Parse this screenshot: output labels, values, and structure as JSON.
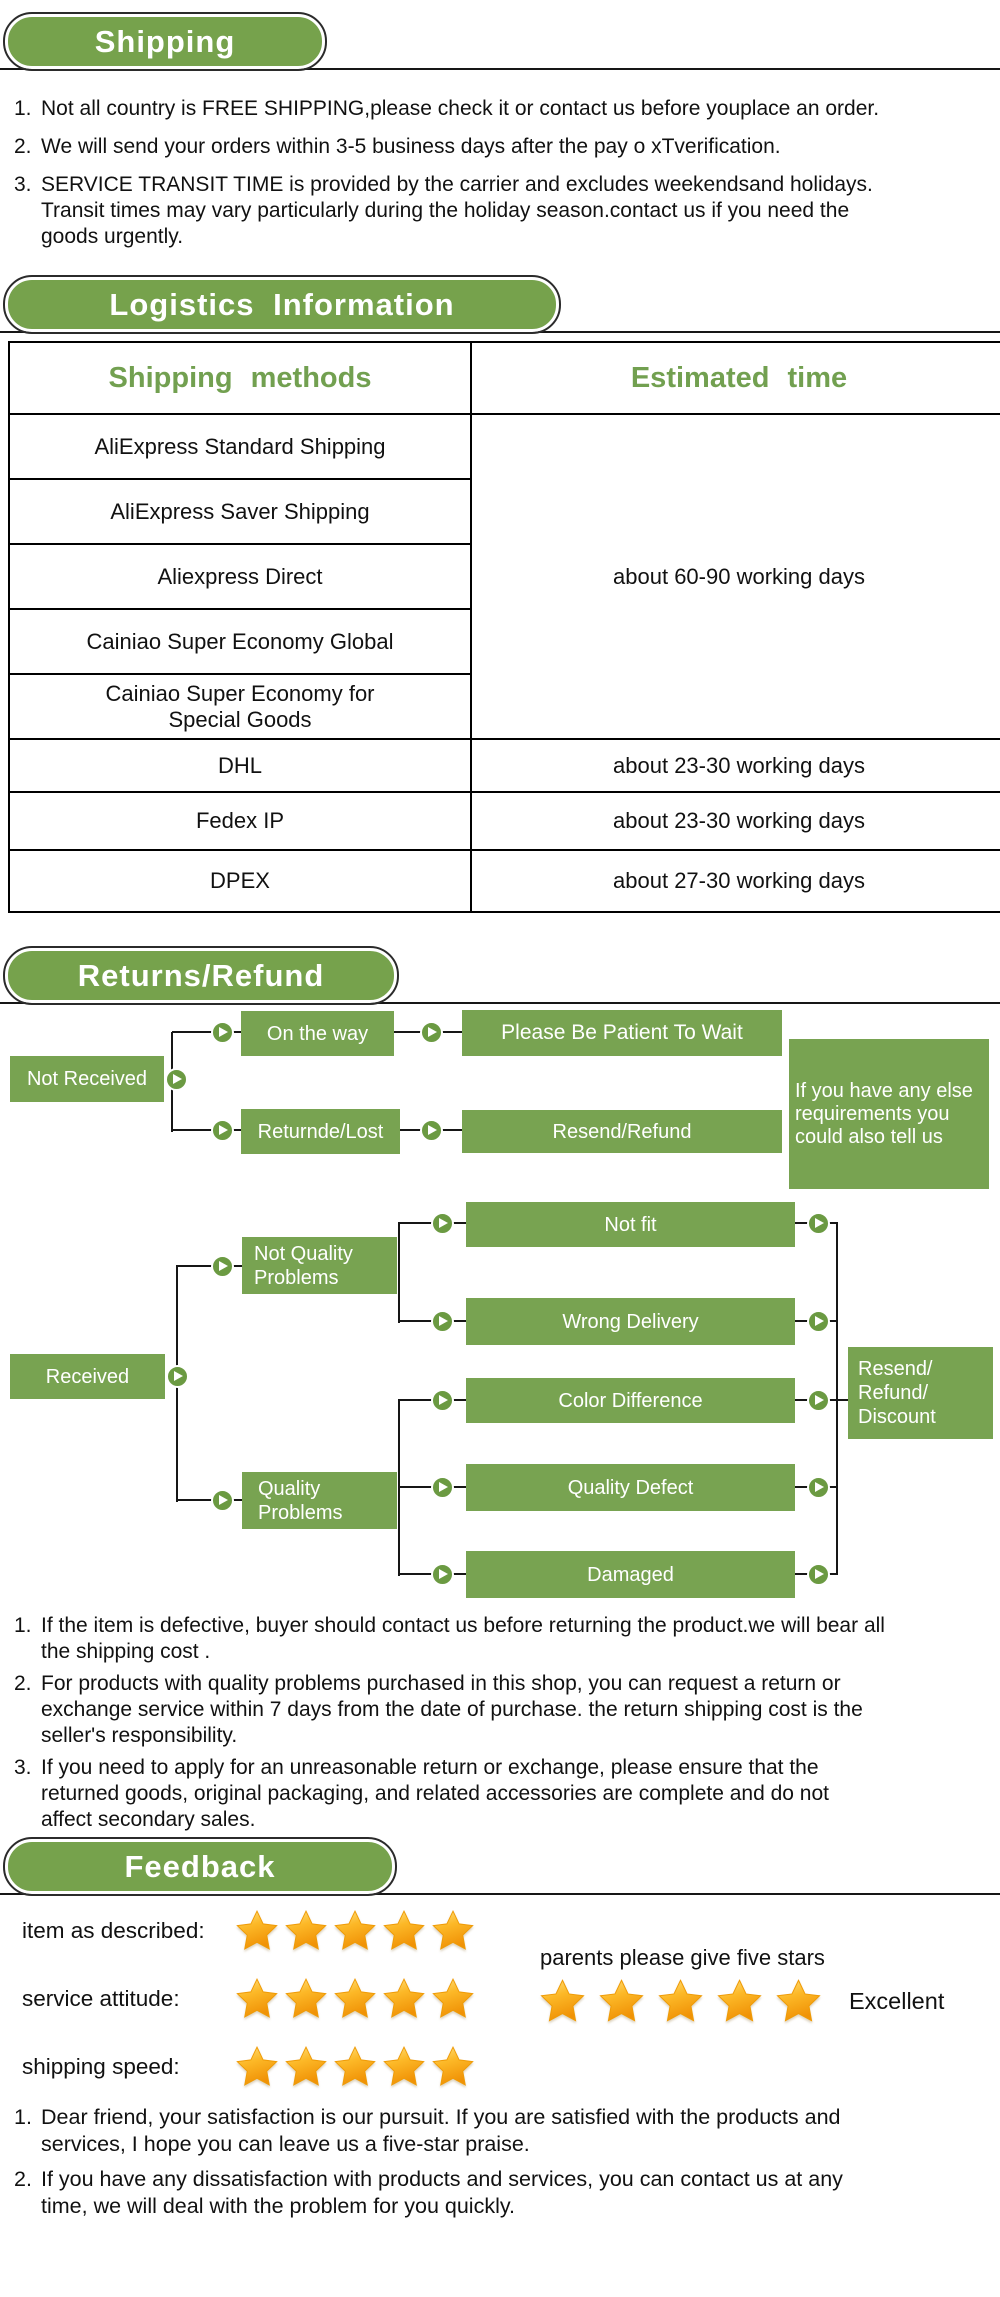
{
  "colors": {
    "green_fill": "#78a351",
    "green_pill": "#76a24c",
    "green_text": "#72a050",
    "arrow_green": "#6b9a42",
    "line": "#161616",
    "star_top": "#ffe182",
    "star_bottom": "#f09206"
  },
  "sections": {
    "shipping": {
      "title": "Shipping",
      "notes": [
        {
          "n": "1.",
          "text": "Not all country is FREE SHIPPING,please check it or contact us before youplace an order."
        },
        {
          "n": "2.",
          "text": "We will send your orders within 3-5 business days after the pay o xTverification."
        },
        {
          "n": "3.",
          "text": "SERVICE TRANSIT TIME is provided by the carrier and excludes weekendsand holidays.\nTransit times may vary particularly during the holiday season.contact us if you need the\ngoods urgently."
        }
      ]
    },
    "logistics": {
      "title": "Logistics Information",
      "table": {
        "col1_header": "Shipping methods",
        "col2_header": "Estimated time",
        "group_methods": [
          "AliExpress Standard Shipping",
          "AliExpress Saver Shipping",
          "Aliexpress Direct",
          "Cainiao Super Economy Global",
          "Cainiao Super Economy for Special Goods"
        ],
        "group_time": "about 60-90 working days",
        "rows": [
          {
            "method": "DHL",
            "time": "about 23-30 working days"
          },
          {
            "method": "Fedex IP",
            "time": "about 23-30 working days"
          },
          {
            "method": "DPEX",
            "time": "about 27-30 working days"
          }
        ]
      }
    },
    "returns": {
      "title": "Returns/Refund",
      "flow": {
        "not_received": "Not Received",
        "on_the_way": "On the way",
        "patient": "Please Be Patient To Wait",
        "returned_lost": "Returnde/Lost",
        "resend_refund": "Resend/Refund",
        "side_note": "If you have any else requirements you could also tell us",
        "received": "Received",
        "not_quality": "Not Quality Problems",
        "quality": "Quality Problems",
        "not_fit": "Not fit",
        "wrong_delivery": "Wrong Delivery",
        "color_difference": "Color Difference",
        "quality_defect": "Quality Defect",
        "damaged": "Damaged",
        "outcome": [
          "Resend/",
          "Refund/",
          "Discount"
        ]
      },
      "notes": [
        {
          "n": "1.",
          "text": "If the item is defective, buyer should contact us before returning the product.we will bear all\nthe shipping cost ."
        },
        {
          "n": "2.",
          "text": "For products with quality problems purchased in this shop, you can request a return or\nexchange service within 7 days from the date of purchase. the return shipping cost is the\nseller's responsibility."
        },
        {
          "n": "3.",
          "text": "If you need to apply for an unreasonable return or exchange, please ensure that the\nreturned goods, original packaging, and related accessories are complete and do not\naffect secondary sales."
        }
      ]
    },
    "feedback": {
      "title": "Feedback",
      "ratings": [
        {
          "label": "item as described:",
          "stars": 5
        },
        {
          "label": "service attitude:",
          "stars": 5
        },
        {
          "label": "shipping speed:",
          "stars": 5
        }
      ],
      "cta_text": "parents please give five stars",
      "cta_stars": 5,
      "cta_result": "Excellent",
      "notes": [
        {
          "n": "1.",
          "text": "Dear friend, your satisfaction is our pursuit. If you are satisfied with the products and\nservices, I hope you can leave us a five-star praise."
        },
        {
          "n": "2.",
          "text": "If you have any dissatisfaction with products and services, you can contact us at any\ntime, we will deal with the problem for you quickly."
        }
      ]
    }
  }
}
